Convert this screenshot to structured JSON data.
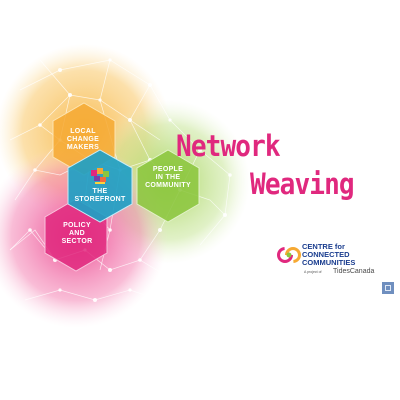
{
  "hexagons": {
    "local": {
      "lines": [
        "LOCAL",
        "CHANGE",
        "MAKERS"
      ],
      "color": "#f6a933"
    },
    "people": {
      "lines": [
        "PEOPLE",
        "IN THE",
        "COMMUNITY"
      ],
      "color": "#8cc63f"
    },
    "store": {
      "lines": [
        "THE",
        "STOREFRONT"
      ],
      "color": "#1f9fc4"
    },
    "policy": {
      "lines": [
        "POLICY",
        "AND",
        "SECTOR"
      ],
      "color": "#e0287e"
    }
  },
  "title": {
    "line1": "Network",
    "line2": "Weaving",
    "color": "#e0287e"
  },
  "logo": {
    "line1": "CENTRE for",
    "line2": "CONNECTED",
    "line3": "COMMUNITIES",
    "sub": "A project of",
    "partner": "TidesCanada",
    "text_color": "#1a3d8f"
  }
}
